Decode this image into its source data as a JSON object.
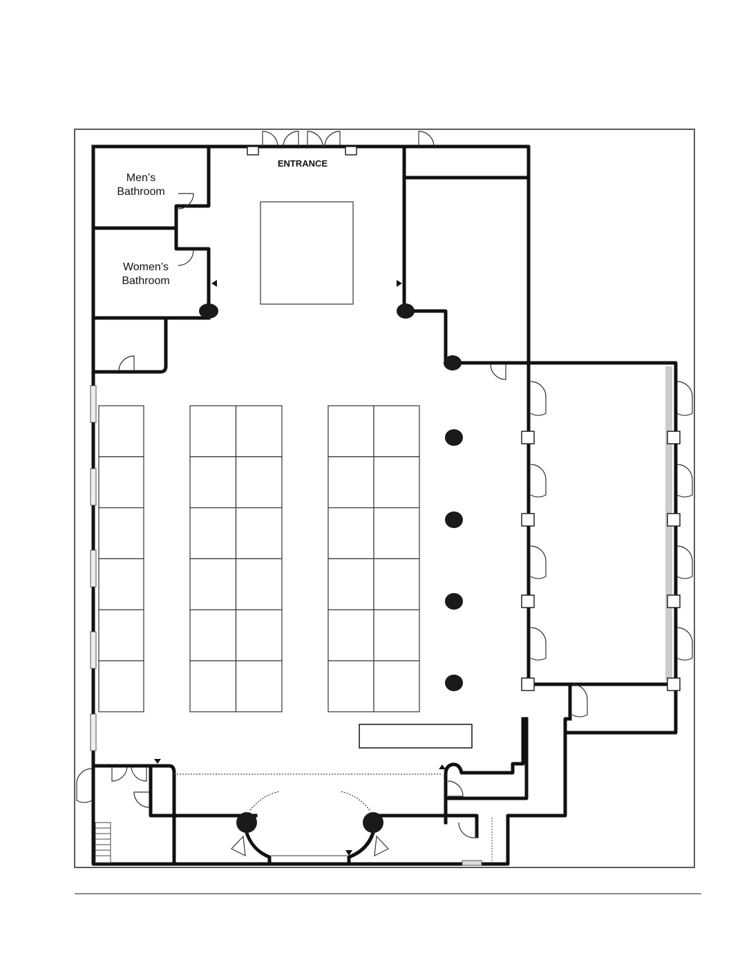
{
  "labels": {
    "entrance": "ENTRANCE",
    "mens_line1": "Men’s",
    "mens_line2": "Bathroom",
    "womens_line1": "Women’s",
    "womens_line2": "Bathroom"
  },
  "colors": {
    "wall": "#111111",
    "footer_rule": "#888888"
  }
}
